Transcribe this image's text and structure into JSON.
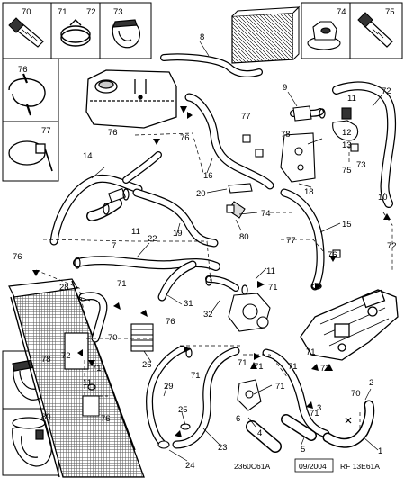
{
  "diagram": {
    "callouts": {
      "c1": "1",
      "c2": "2",
      "c3": "3",
      "c4": "4",
      "c5": "5",
      "c6": "6",
      "c7": "7",
      "c8": "8",
      "c9": "9",
      "c10": "10",
      "c11a": "11",
      "c11b": "11",
      "c11c": "11",
      "c11d": "11",
      "c12": "12",
      "c13": "13",
      "c14": "14",
      "c15": "15",
      "c16": "16",
      "c18": "18",
      "c19": "19",
      "c20": "20",
      "c22": "22",
      "c23": "23",
      "c24": "24",
      "c25": "25",
      "c26": "26",
      "c28": "28",
      "c29": "29",
      "c31": "31",
      "c32": "32",
      "c70a": "70",
      "c70b": "70",
      "c71a": "71",
      "c71b": "71",
      "c71c": "71",
      "c71d": "71",
      "c71e": "71",
      "c71f": "71",
      "c71g": "71",
      "c71h": "71",
      "c71i": "71",
      "c71j": "71",
      "c71k": "71",
      "c72a": "72",
      "c72b": "72",
      "c72c": "72",
      "c73": "73",
      "c74a": "74",
      "c75": "75",
      "c76a": "76",
      "c76b": "76",
      "c76c": "76",
      "c76d": "76",
      "c76e": "76",
      "c76f": "76",
      "c77a": "77",
      "c77b": "77",
      "c78": "78",
      "c80": "80"
    },
    "insets": {
      "i70": "70",
      "i71": "71",
      "i72": "72",
      "i73": "73",
      "i74": "74",
      "i75": "75",
      "i76": "76",
      "i77": "77",
      "i78": "78",
      "i80": "80"
    },
    "footer": {
      "code1": "2360C61A",
      "date": "09/2004",
      "code2": "RF 13E61A"
    }
  }
}
